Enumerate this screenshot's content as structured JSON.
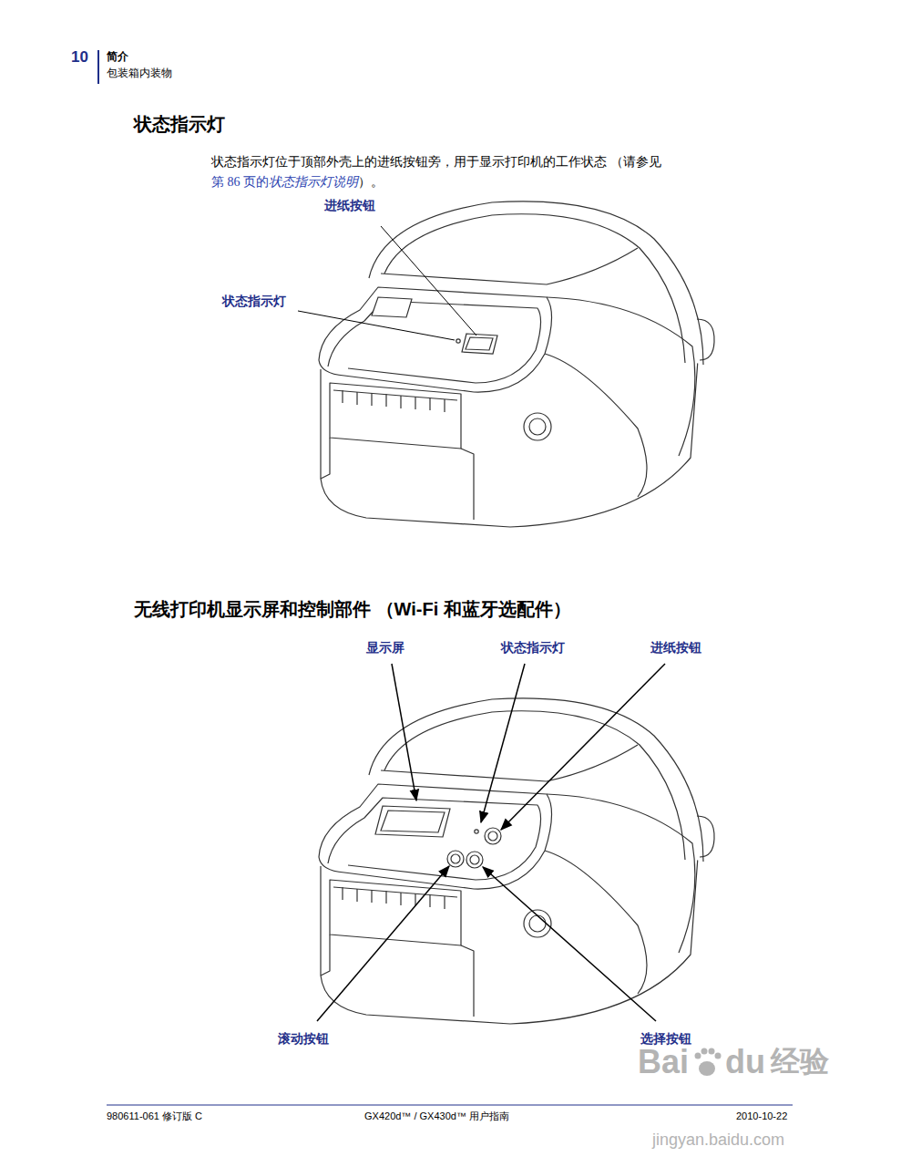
{
  "diagram": {
    "labels": [
      "10",
      "简介",
      "包装箱内装物",
      "状态指示灯",
      "状态指示灯位于顶部外壳上的进纸按钮旁，用于显示打印机的工作状态 （请参见",
      "第 86 页的",
      "状态指示灯说明",
      "）。",
      "进纸按钮",
      "状态指示灯",
      "无线打印机显示屏和控制部件 （Wi-Fi 和蓝牙选配件）",
      "显示屏",
      "状态指示灯",
      "进纸按钮",
      "滚动按钮",
      "选择按钮",
      "980611-061 修订版 C",
      "GX420d™ / GX430d™ 用户指南",
      "2010-10-22",
      "Bai",
      "du",
      "经验",
      "jingyan.baidu.com"
    ]
  }
}
